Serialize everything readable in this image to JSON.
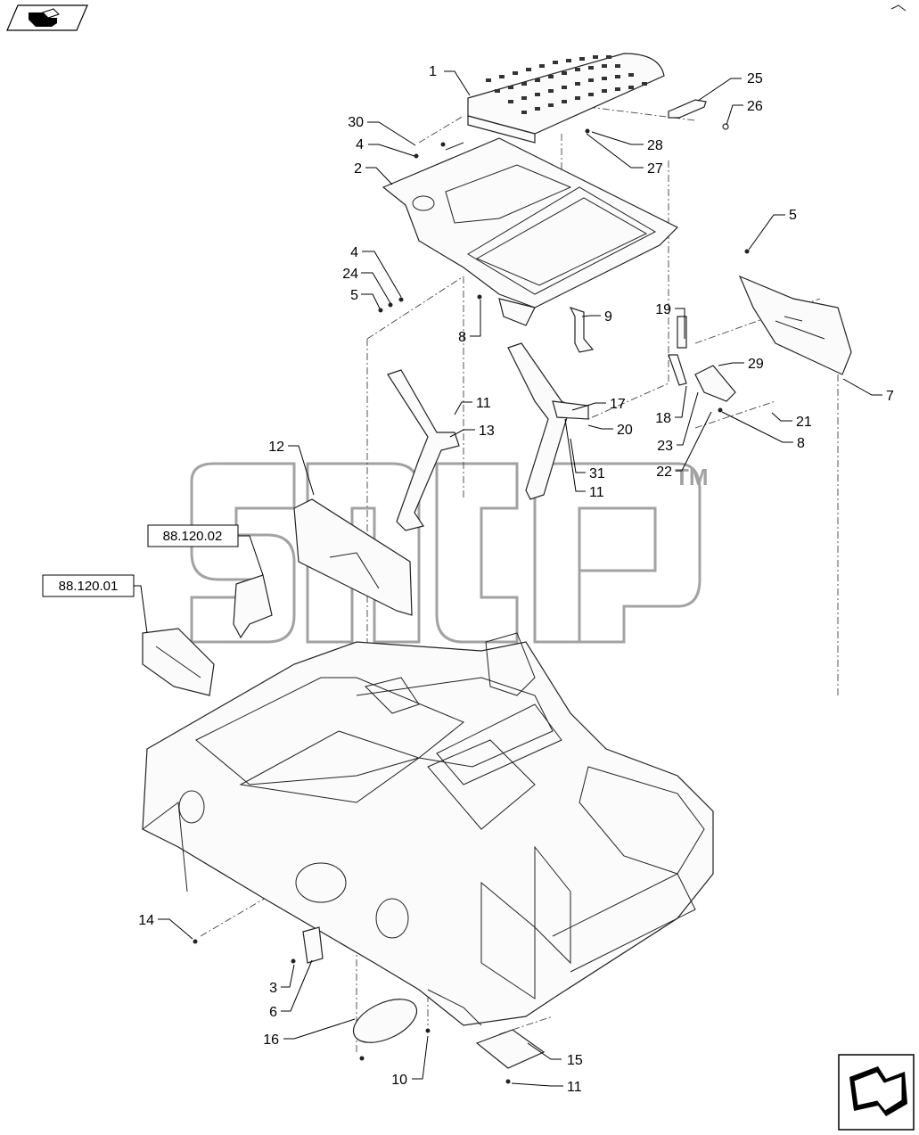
{
  "watermark": {
    "text": "SNCP",
    "tm": "TM"
  },
  "references": [
    {
      "id": "ref-88-120-02",
      "label": "88.120.02"
    },
    {
      "id": "ref-88-120-01",
      "label": "88.120.01"
    }
  ],
  "callouts": [
    {
      "label": "1"
    },
    {
      "label": "25"
    },
    {
      "label": "26"
    },
    {
      "label": "30"
    },
    {
      "label": "4"
    },
    {
      "label": "28"
    },
    {
      "label": "2"
    },
    {
      "label": "27"
    },
    {
      "label": "5"
    },
    {
      "label": "4"
    },
    {
      "label": "24"
    },
    {
      "label": "5"
    },
    {
      "label": "9"
    },
    {
      "label": "19"
    },
    {
      "label": "8"
    },
    {
      "label": "29"
    },
    {
      "label": "7"
    },
    {
      "label": "11"
    },
    {
      "label": "17"
    },
    {
      "label": "13"
    },
    {
      "label": "20"
    },
    {
      "label": "18"
    },
    {
      "label": "21"
    },
    {
      "label": "23"
    },
    {
      "label": "8"
    },
    {
      "label": "12"
    },
    {
      "label": "31"
    },
    {
      "label": "11"
    },
    {
      "label": "22"
    },
    {
      "label": "14"
    },
    {
      "label": "3"
    },
    {
      "label": "6"
    },
    {
      "label": "16"
    },
    {
      "label": "15"
    },
    {
      "label": "10"
    },
    {
      "label": "11"
    }
  ],
  "icons": {
    "top_left": "book-arrow-icon",
    "bottom_right": "next-page-arrow-icon"
  }
}
